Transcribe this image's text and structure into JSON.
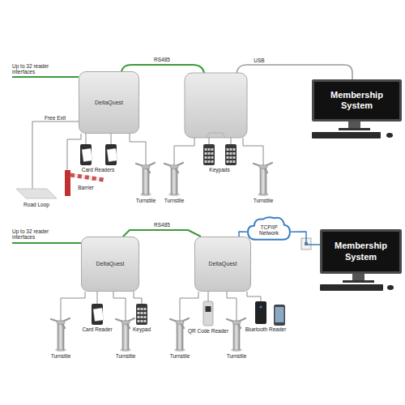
{
  "diagram": {
    "nodes": [
      {
        "text": [
          "DeltaQuest"
        ]
      },
      {
        "text": [
          "Membership System"
        ]
      },
      {
        "text": [
          "DeltaQuest"
        ]
      },
      {
        "text": [
          "DeltaQuest"
        ]
      },
      {
        "text": [
          "TCP/IP Network"
        ]
      },
      {
        "text": [
          "Membership System"
        ]
      }
    ],
    "edges": [
      {
        "from": 2,
        "to": 3,
        "arrow": "none",
        "label": "RS485"
      },
      {
        "from": 3,
        "to": 4,
        "arrow": "none"
      },
      {
        "from": 4,
        "to": 5,
        "arrow": "none"
      }
    ],
    "labels": [
      "Up to 32 reader interfaces",
      "RS485",
      "USB",
      "Free Exit",
      "Card Readers",
      "Keypads",
      "Barrier",
      "Turnstile",
      "Turnstile",
      "Turnstile",
      "Road Loop",
      "Up to 32 reader interfaces",
      "Card Reader",
      "Keypad",
      "QR Code Reader",
      "Bluetooth Reader",
      "Turnstile",
      "Turnstile",
      "Turnstile",
      "Turnstile"
    ]
  }
}
